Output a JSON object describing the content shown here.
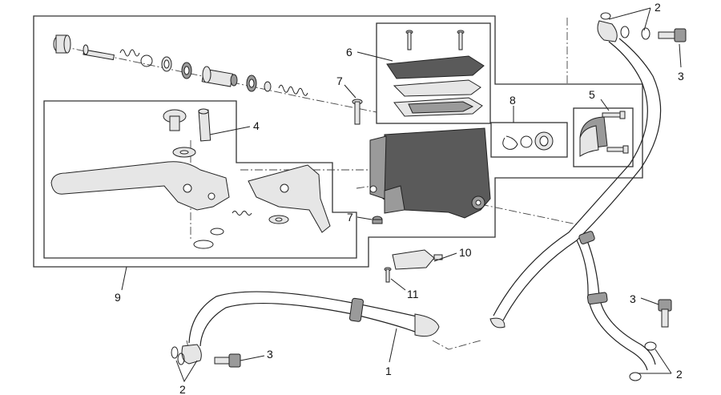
{
  "labels": {
    "l1": "1",
    "l2a": "2",
    "l2b": "2",
    "l2c": "2",
    "l3a": "3",
    "l3b": "3",
    "l3c": "3",
    "l4": "4",
    "l5": "5",
    "l6": "6",
    "l7a": "7",
    "l7b": "7",
    "l8": "8",
    "l9": "9",
    "l10": "10",
    "l11": "11"
  }
}
